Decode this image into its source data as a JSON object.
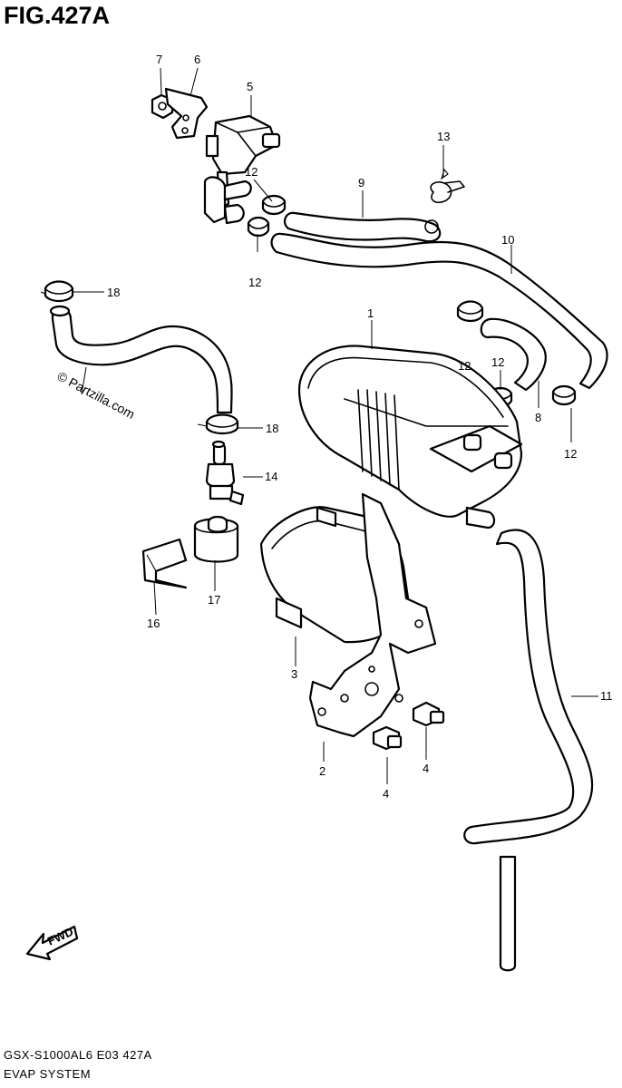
{
  "figure": {
    "title": "FIG.427A"
  },
  "watermark": {
    "text": "© Partzilla.com"
  },
  "footer": {
    "model_code": "GSX-S1000AL6  E03  427A",
    "section_name": "EVAP SYSTEM"
  },
  "fwd_badge": {
    "label": "FWD"
  },
  "callouts": [
    {
      "id": "c1",
      "label": "1"
    },
    {
      "id": "c2",
      "label": "2"
    },
    {
      "id": "c3",
      "label": "3"
    },
    {
      "id": "c4a",
      "label": "4"
    },
    {
      "id": "c4b",
      "label": "4"
    },
    {
      "id": "c5",
      "label": "5"
    },
    {
      "id": "c6",
      "label": "6"
    },
    {
      "id": "c7",
      "label": "7"
    },
    {
      "id": "c8",
      "label": "8"
    },
    {
      "id": "c9",
      "label": "9"
    },
    {
      "id": "c10",
      "label": "10"
    },
    {
      "id": "c11",
      "label": "11"
    },
    {
      "id": "c12a",
      "label": "12"
    },
    {
      "id": "c12b",
      "label": "12"
    },
    {
      "id": "c12c",
      "label": "12"
    },
    {
      "id": "c12d",
      "label": "12"
    },
    {
      "id": "c12e",
      "label": "12"
    },
    {
      "id": "c13",
      "label": "13"
    },
    {
      "id": "c14",
      "label": "14"
    },
    {
      "id": "c16",
      "label": "16"
    },
    {
      "id": "c17",
      "label": "17"
    },
    {
      "id": "c18a",
      "label": "18"
    },
    {
      "id": "c18b",
      "label": "18"
    }
  ]
}
